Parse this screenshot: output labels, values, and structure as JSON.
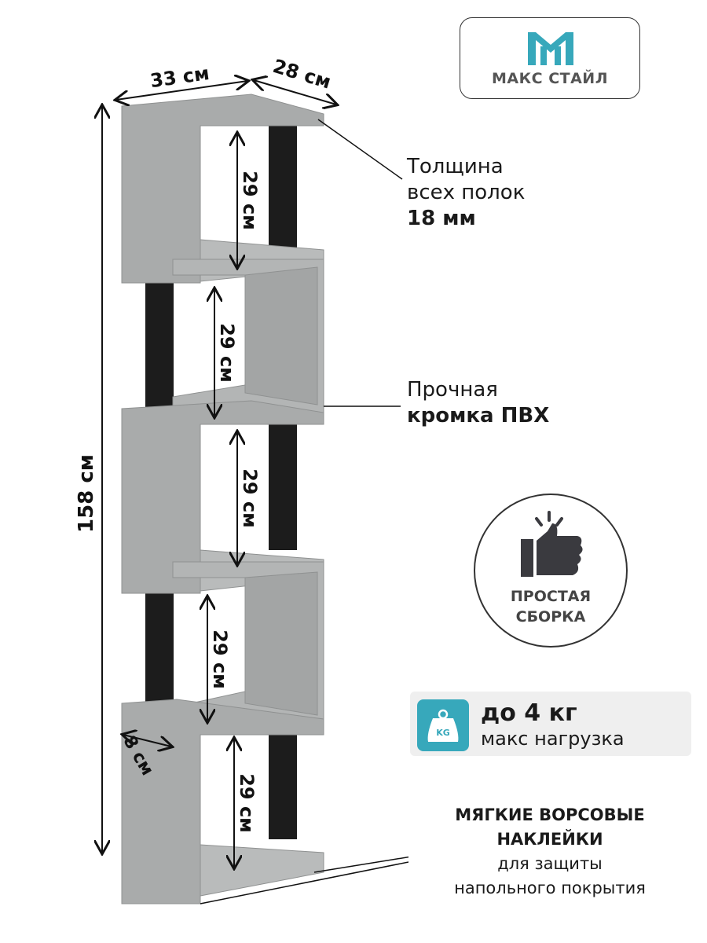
{
  "brand": {
    "name": "МАКС СТАЙЛ",
    "accent": "#37a8bb"
  },
  "dimensions": {
    "width": "33 см",
    "depth": "28 см",
    "height": "158 см",
    "post": "8 см",
    "compartment": "29 см"
  },
  "callouts": {
    "thickness": {
      "line1": "Толщина",
      "line2": "всех полок",
      "value": "18 мм"
    },
    "edge": {
      "line1": "Прочная",
      "line2": "кромка ПВХ"
    }
  },
  "assembly_badge": {
    "line1": "ПРОСТАЯ",
    "line2": "СБОРКА",
    "icon": "thumbs-up-icon"
  },
  "load": {
    "value": "до 4 кг",
    "label": "макс нагрузка",
    "icon_text": "KG"
  },
  "felt_pads": {
    "line1": "МЯГКИЕ ВОРСОВЫЕ",
    "line2": "НАКЛЕЙКИ",
    "line3": "для защиты",
    "line4": "напольного покрытия"
  },
  "colors": {
    "concrete": "#a9abab",
    "post": "#1c1c1c"
  }
}
